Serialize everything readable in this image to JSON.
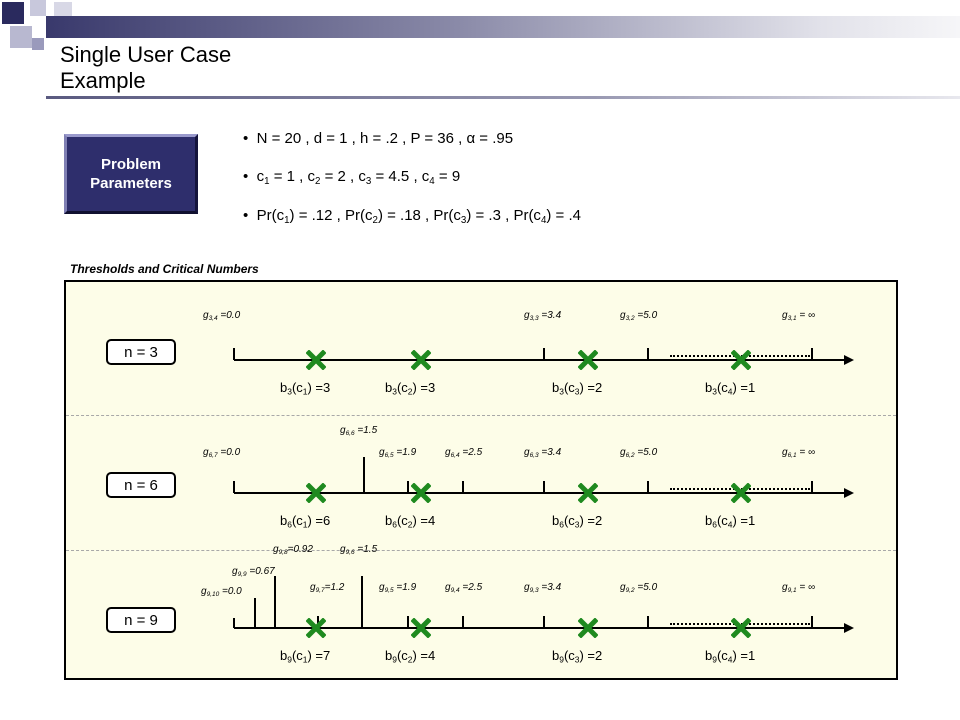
{
  "slide": {
    "title_line1": "Single User Case",
    "title_line2": "Example",
    "colors": {
      "header": "#39396c",
      "param_box": "#2e2e6c",
      "marker": "#1f8a1f",
      "panel": "#fdfde8"
    }
  },
  "params": {
    "label_line1": "Problem",
    "label_line2": "Parameters",
    "bullet_symbol": "•",
    "line1": "N = 20 , d = 1 , h = .2 , P = 36 , α = .95",
    "line2": [
      {
        "prefix": "c",
        "sub": "1",
        "suffix": " = 1 , "
      },
      {
        "prefix": "c",
        "sub": "2",
        "suffix": " = 2 , "
      },
      {
        "prefix": "c",
        "sub": "3",
        "suffix": " = 4.5 , "
      },
      {
        "prefix": "c",
        "sub": "4",
        "suffix": " = 9"
      }
    ],
    "line3": [
      {
        "prefix": "Pr(c",
        "sub": "1",
        "suffix": ") = .12 , "
      },
      {
        "prefix": "Pr(c",
        "sub": "2",
        "suffix": ") = .18 , "
      },
      {
        "prefix": "Pr(c",
        "sub": "3",
        "suffix": ") = .3 , "
      },
      {
        "prefix": "Pr(c",
        "sub": "4",
        "suffix": ") = .4"
      }
    ]
  },
  "diagram": {
    "caption": "Thresholds and Critical Numbers",
    "rows": [
      {
        "n_label": "n = 3",
        "g": [
          {
            "prefix": "g",
            "sub": "3,4",
            "suffix": " =0.0"
          },
          {
            "prefix": "g",
            "sub": "3,3",
            "suffix": " =3.4"
          },
          {
            "prefix": "g",
            "sub": "3,2",
            "suffix": " =5.0"
          },
          {
            "prefix": "g",
            "sub": "3,1",
            "suffix": " = ∞"
          }
        ],
        "b": [
          {
            "prefix": "b",
            "sub": "3",
            "mid": "(c",
            "sub2": "1",
            "suffix": ") =3"
          },
          {
            "prefix": "b",
            "sub": "3",
            "mid": "(c",
            "sub2": "2",
            "suffix": ") =3"
          },
          {
            "prefix": "b",
            "sub": "3",
            "mid": "(c",
            "sub2": "3",
            "suffix": ") =2"
          },
          {
            "prefix": "b",
            "sub": "3",
            "mid": "(c",
            "sub2": "4",
            "suffix": ") =1"
          }
        ]
      },
      {
        "n_label": "n = 6",
        "g": [
          {
            "prefix": "g",
            "sub": "6,7",
            "suffix": " =0.0"
          },
          {
            "prefix": "g",
            "sub": "6,6",
            "suffix": " =1.5"
          },
          {
            "prefix": "g",
            "sub": "6,5",
            "suffix": " =1.9"
          },
          {
            "prefix": "g",
            "sub": "6,4",
            "suffix": " =2.5"
          },
          {
            "prefix": "g",
            "sub": "6,3",
            "suffix": " =3.4"
          },
          {
            "prefix": "g",
            "sub": "6,2",
            "suffix": " =5.0"
          },
          {
            "prefix": "g",
            "sub": "6,1",
            "suffix": " = ∞"
          }
        ],
        "b": [
          {
            "prefix": "b",
            "sub": "6",
            "mid": "(c",
            "sub2": "1",
            "suffix": ") =6"
          },
          {
            "prefix": "b",
            "sub": "6",
            "mid": "(c",
            "sub2": "2",
            "suffix": ") =4"
          },
          {
            "prefix": "b",
            "sub": "6",
            "mid": "(c",
            "sub2": "3",
            "suffix": ") =2"
          },
          {
            "prefix": "b",
            "sub": "6",
            "mid": "(c",
            "sub2": "4",
            "suffix": ") =1"
          }
        ]
      },
      {
        "n_label": "n = 9",
        "g": [
          {
            "prefix": "g",
            "sub": "9,10",
            "suffix": " =0.0"
          },
          {
            "prefix": "g",
            "sub": "9,9",
            "suffix": " =0.67"
          },
          {
            "prefix": "g",
            "sub": "9,8",
            "suffix": "=0.92"
          },
          {
            "prefix": "g",
            "sub": "9,7",
            "suffix": "=1.2"
          },
          {
            "prefix": "g",
            "sub": "9,6",
            "suffix": " =1.5"
          },
          {
            "prefix": "g",
            "sub": "9,5",
            "suffix": " =1.9"
          },
          {
            "prefix": "g",
            "sub": "9,4",
            "suffix": " =2.5"
          },
          {
            "prefix": "g",
            "sub": "9,3",
            "suffix": " =3.4"
          },
          {
            "prefix": "g",
            "sub": "9,2",
            "suffix": " =5.0"
          },
          {
            "prefix": "g",
            "sub": "9,1",
            "suffix": " = ∞"
          }
        ],
        "b": [
          {
            "prefix": "b",
            "sub": "9",
            "mid": "(c",
            "sub2": "1",
            "suffix": ") =7"
          },
          {
            "prefix": "b",
            "sub": "9",
            "mid": "(c",
            "sub2": "2",
            "suffix": ") =4"
          },
          {
            "prefix": "b",
            "sub": "9",
            "mid": "(c",
            "sub2": "3",
            "suffix": ") =2"
          },
          {
            "prefix": "b",
            "sub": "9",
            "mid": "(c",
            "sub2": "4",
            "suffix": ") =1"
          }
        ]
      }
    ]
  }
}
